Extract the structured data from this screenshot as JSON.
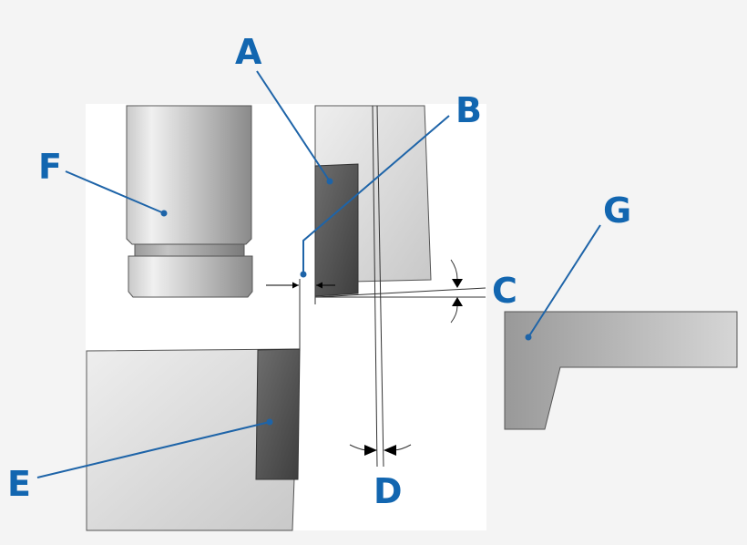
{
  "labels": {
    "A": "A",
    "B": "B",
    "C": "C",
    "D": "D",
    "E": "E",
    "F": "F",
    "G": "G"
  },
  "colors": {
    "background": "#f4f4f4",
    "panel": "#ffffff",
    "label": "#1266b0",
    "leader": "#1e64a8",
    "outline": "#4a4a4a"
  }
}
